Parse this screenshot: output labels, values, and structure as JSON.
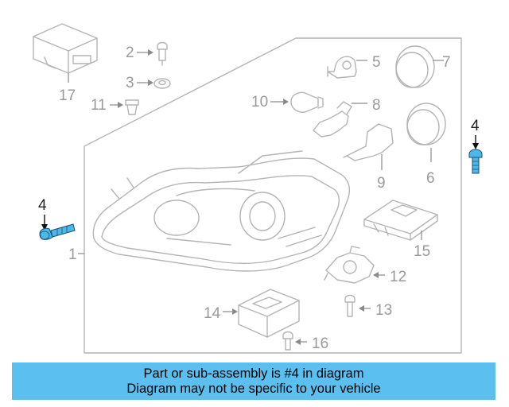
{
  "callouts": {
    "c1": "1",
    "c2": "2",
    "c3": "3",
    "c4a": "4",
    "c4b": "4",
    "c5": "5",
    "c6": "6",
    "c7": "7",
    "c8": "8",
    "c9": "9",
    "c10": "10",
    "c11": "11",
    "c12": "12",
    "c13": "13",
    "c14": "14",
    "c15": "15",
    "c16": "16",
    "c17": "17"
  },
  "banner": {
    "line1": "Part or sub-assembly is #4 in diagram",
    "line2": "Diagram may not be specific to your vehicle"
  },
  "colors": {
    "banner_bg": "#5bc0f0",
    "highlight_part": "#4bb8ea",
    "line_art": "#b4b4b4"
  },
  "icons": [
    "headlamp-assembly",
    "control-module",
    "bolt",
    "clip",
    "bulb",
    "cap",
    "socket"
  ]
}
